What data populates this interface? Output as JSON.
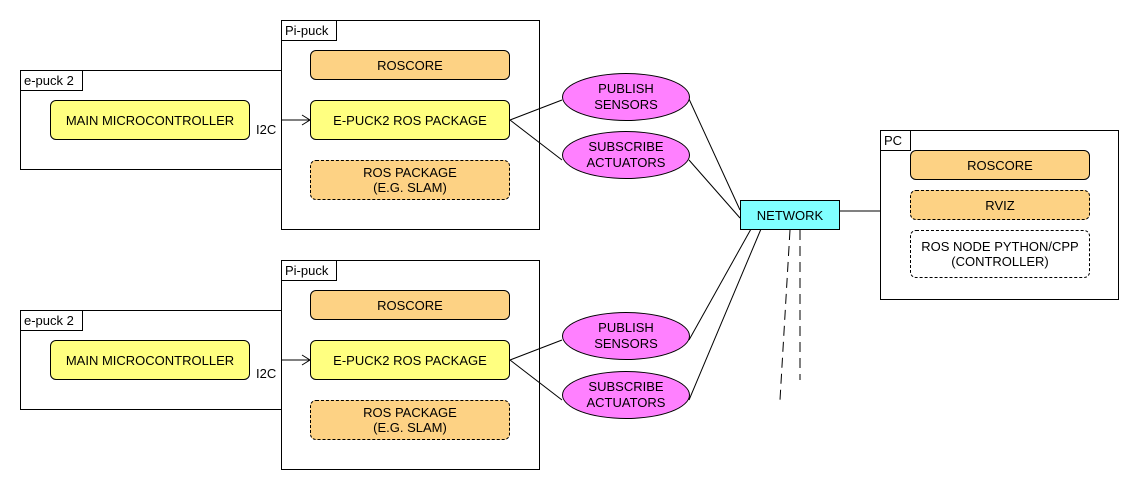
{
  "robots": [
    {
      "pipuck": {
        "title": "Pi-puck",
        "roscore": "ROSCORE",
        "ros_package": "E-PUCK2 ROS PACKAGE",
        "ros_package_other": [
          "ROS PACKAGE",
          "(E.G. SLAM)"
        ]
      },
      "epuck": {
        "title": "e-puck 2",
        "mcu": "MAIN MICROCONTROLLER",
        "link_label": "I2C"
      },
      "topics": {
        "publish": [
          "PUBLISH",
          "SENSORS"
        ],
        "subscribe": [
          "SUBSCRIBE",
          "ACTUATORS"
        ]
      }
    },
    {
      "pipuck": {
        "title": "Pi-puck",
        "roscore": "ROSCORE",
        "ros_package": "E-PUCK2 ROS PACKAGE",
        "ros_package_other": [
          "ROS PACKAGE",
          "(E.G. SLAM)"
        ]
      },
      "epuck": {
        "title": "e-puck 2",
        "mcu": "MAIN MICROCONTROLLER",
        "link_label": "I2C"
      },
      "topics": {
        "publish": [
          "PUBLISH",
          "SENSORS"
        ],
        "subscribe": [
          "SUBSCRIBE",
          "ACTUATORS"
        ]
      }
    }
  ],
  "network": {
    "label": "NETWORK"
  },
  "pc": {
    "title": "PC",
    "roscore": "ROSCORE",
    "rviz": "RVIZ",
    "controller": [
      "ROS NODE PYTHON/CPP",
      "(CONTROLLER)"
    ]
  },
  "colors": {
    "roscore": "#fdd284",
    "ros_package": "#ffff80",
    "topic": "#ff80ff",
    "network": "#80ffff"
  }
}
